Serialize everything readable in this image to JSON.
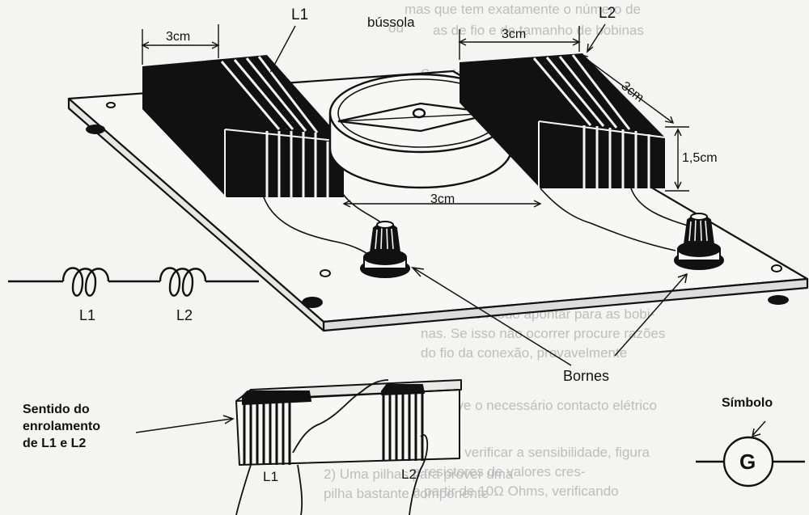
{
  "labels": {
    "compass": "bússola",
    "l1_top": "L1",
    "l2_top": "L2",
    "dim_3cm_left": "3cm",
    "dim_3cm_right": "3cm",
    "dim_3cm_diag": "3cm",
    "dim_3cm_bottom": "3cm",
    "dim_15cm": "1,5cm",
    "bornes": "Bornes",
    "schematic_l1": "L1",
    "schematic_l2": "L2",
    "winding_l1": "L1",
    "winding_l2": "L2",
    "winding_caption_line1": "Sentido do",
    "winding_caption_line2": "enrolamento",
    "winding_caption_line3": "de L1 e L2",
    "symbol_title": "Símbolo",
    "symbol_letter": "G"
  },
  "colors": {
    "ink": "#111111",
    "paper": "#f4f4f2",
    "bleed_text": "#bdbdbd"
  }
}
